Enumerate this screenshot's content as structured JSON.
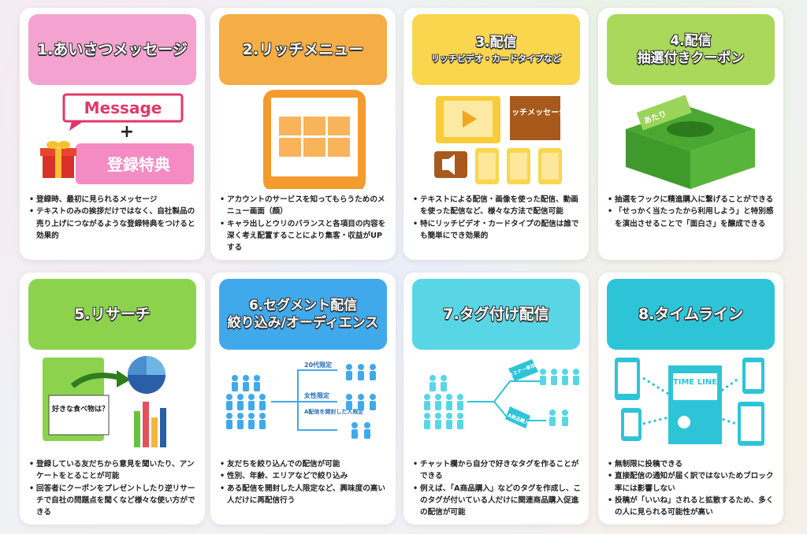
{
  "colors": {
    "pink": "#f4a3d0",
    "orange": "#f5ad45",
    "yellow": "#f9d64e",
    "green": "#a9d85a",
    "lime": "#8dd24d",
    "blue": "#40a9ec",
    "cyan": "#58d6e6",
    "teal": "#2ec4d8",
    "dark_green": "#3f9a2c"
  },
  "cards": [
    {
      "title": "1.あいさつメッセージ",
      "illus": {
        "message_label": "Message",
        "plus": "+",
        "bonus_label": "登録特典"
      },
      "bullets": [
        "登録時、最初に見られるメッセージ",
        "テキストのみの挨拶だけではなく、自社製品の売り上げにつながるような登録特典をつけると効果的"
      ]
    },
    {
      "title": "2.リッチメニュー",
      "bullets": [
        "アカウントのサービスを知ってもらうためのメニュー画面（顔）",
        "キャラ出しとウリのバランスと各項目の内容を深く考え配置することにより集客・収益がUPする"
      ]
    },
    {
      "title": "3.配信",
      "subtitle": "リッチビデオ・カードタイプなど",
      "illus": {
        "rich_message_label": "リッチメッセージ"
      },
      "bullets": [
        "テキストによる配信・画像を使った配信、動画を使った配信など、様々な方法で配信可能",
        "特にリッチビデオ・カードタイプの配信は誰でも簡単にでき効果的"
      ]
    },
    {
      "title": "4.配信",
      "subtitle": "抽選付きクーポン",
      "illus": {
        "ticket_label": "あたり"
      },
      "bullets": [
        "抽選をフックに精進購入に繋げることができる",
        "「せっかく当たったから利用しよう」と特別感を演出させることで「面白さ」を醸成できる"
      ]
    },
    {
      "title": "5.リサーチ",
      "illus": {
        "question_label": "好きな食べ物は？"
      },
      "bullets": [
        "登録している友だちから意見を聞いたり、アンケートをとることが可能",
        "回答者にクーポンをプレゼントしたり逆リサーチで自社の問題点を聞くなど様々な使い方ができる"
      ]
    },
    {
      "title": "6.セグメント配信",
      "subtitle": "絞り込み/オーディエンス",
      "illus": {
        "seg1": "20代限定",
        "seg2": "女性限定",
        "seg3": "A配信を開封した人限定"
      },
      "bullets": [
        "友だちを絞り込んでの配信が可能",
        "性別、年齢、エリアなどで絞り込み",
        "ある配信を開封した人限定など、興味度の高い人だけに再配信行う"
      ]
    },
    {
      "title": "7.タグ付け配信",
      "illus": {
        "tag1": "セミナー参加",
        "tag2": "A商品購入"
      },
      "bullets": [
        "チャット欄から自分で好きなタグを作ることができる",
        "例えば、「A商品購入」などのタグを作成し、このタグが付いている人だけに関連商品購入促進の配信が可能"
      ]
    },
    {
      "title": "8.タイムライン",
      "illus": {
        "timeline_label": "TIME LINE"
      },
      "bullets": [
        "無制限に投稿できる",
        "直接配信の通知が届く訳ではないためブロック率には影響しない",
        "投稿が「いいね」されると拡散するため、多くの人に見られる可能性が高い"
      ]
    }
  ]
}
